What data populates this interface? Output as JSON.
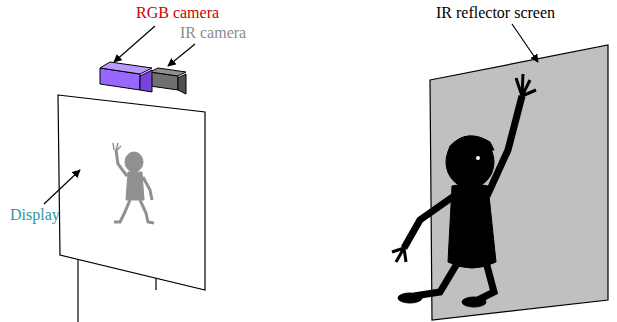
{
  "diagram": {
    "labels": [
      "RGB camera",
      "IR camera",
      "Display",
      "IR reflector screen"
    ]
  }
}
